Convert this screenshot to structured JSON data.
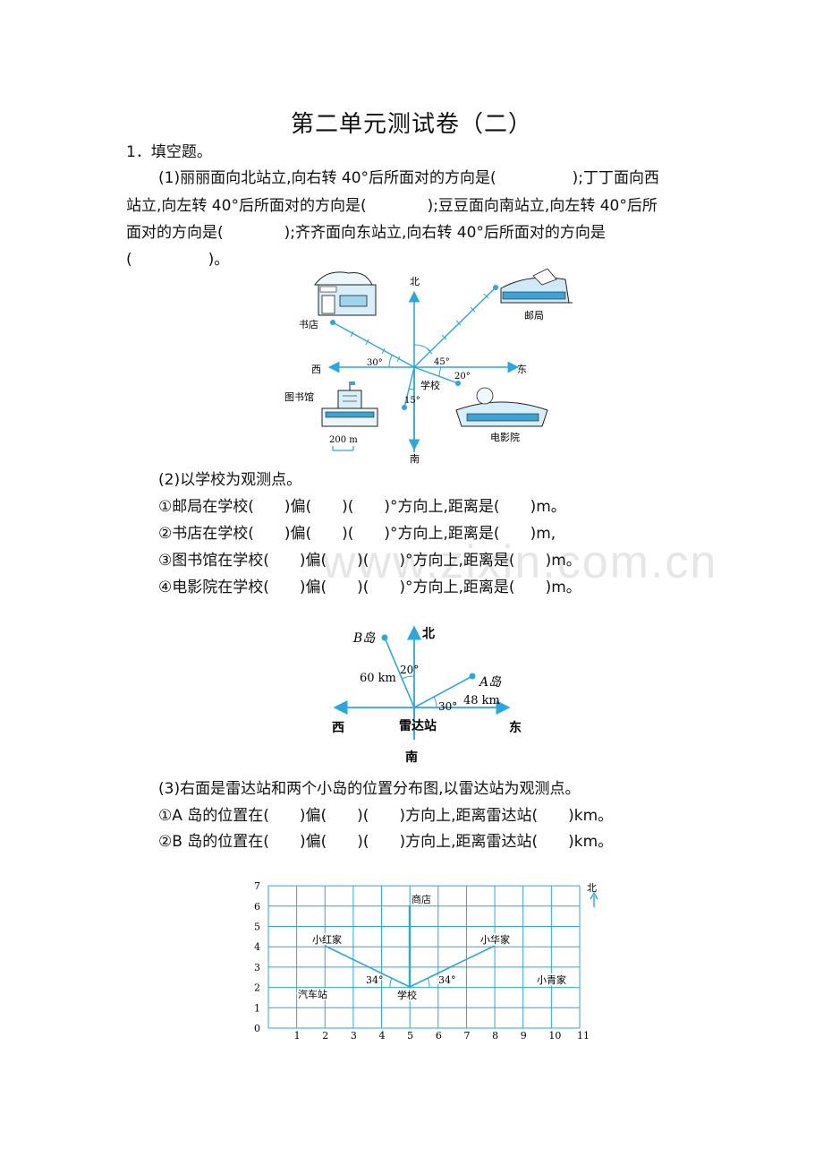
{
  "title": "第二单元测试卷（二）",
  "q1_heading": "1．填空题。",
  "q1_1": {
    "line1": "(1)丽丽面向北站立,向右转 40°后所面对的方向是(　　　　　);丁丁面向西",
    "line2": "站立,向左转 40°后所面对的方向是(　　　　);豆豆面向南站立,向左转 40°后所",
    "line3": "面对的方向是(　　　　);齐齐面向东站立,向右转 40°后所面对的方向是",
    "line4": "(　　　　　)。"
  },
  "map1": {
    "north": "北",
    "south": "南",
    "east": "东",
    "west": "西",
    "bookstore": "书店",
    "post_office": "邮局",
    "school": "学校",
    "library": "图书馆",
    "cinema": "电影院",
    "angle30": "30°",
    "angle45": "45°",
    "angle20": "20°",
    "angle15": "15°",
    "scale": "200 m"
  },
  "q1_2": {
    "intro": "(2)以学校为观测点。",
    "a": "①邮局在学校(　　)偏(　　)(　　)°方向上,距离是(　　)m。",
    "b": "②书店在学校(　　)偏(　　)(　　)°方向上,距离是(　　)m,",
    "c": "③图书馆在学校(　　)偏(　　)(　　)°方向上,距离是(　　)m。",
    "d": "④电影院在学校(　　)偏(　　)(　　)°方向上,距离是(　　)m。"
  },
  "watermark": "www.zixin.com.cn",
  "map2": {
    "north": "北",
    "south": "南",
    "east": "东",
    "west": "西",
    "station": "雷达站",
    "island_b": "B岛",
    "island_a": "A岛",
    "dist_b": "60 km",
    "dist_a": "48 km",
    "angle_b": "20°",
    "angle_a": "30°"
  },
  "q1_3": {
    "intro": "(3)右面是雷达站和两个小岛的位置分布图,以雷达站为观测点。",
    "a": "①A 岛的位置在(　　)偏(　　)(　　)方向上,距离雷达站(　　)km。",
    "b": "②B 岛的位置在(　　)偏(　　)(　　)方向上,距离雷达站(　　)km。"
  },
  "grid": {
    "north": "北",
    "x_ticks": [
      "0",
      "1",
      "2",
      "3",
      "4",
      "5",
      "6",
      "7",
      "8",
      "9",
      "10",
      "11"
    ],
    "y_ticks": [
      "0",
      "1",
      "2",
      "3",
      "4",
      "5",
      "6",
      "7"
    ],
    "shop": "商店",
    "xiaohong": "小红家",
    "xiaohua": "小华家",
    "xiaoqing": "小青家",
    "bus_station": "汽车站",
    "school": "学校",
    "angle_left": "34°",
    "angle_right": "34°"
  }
}
